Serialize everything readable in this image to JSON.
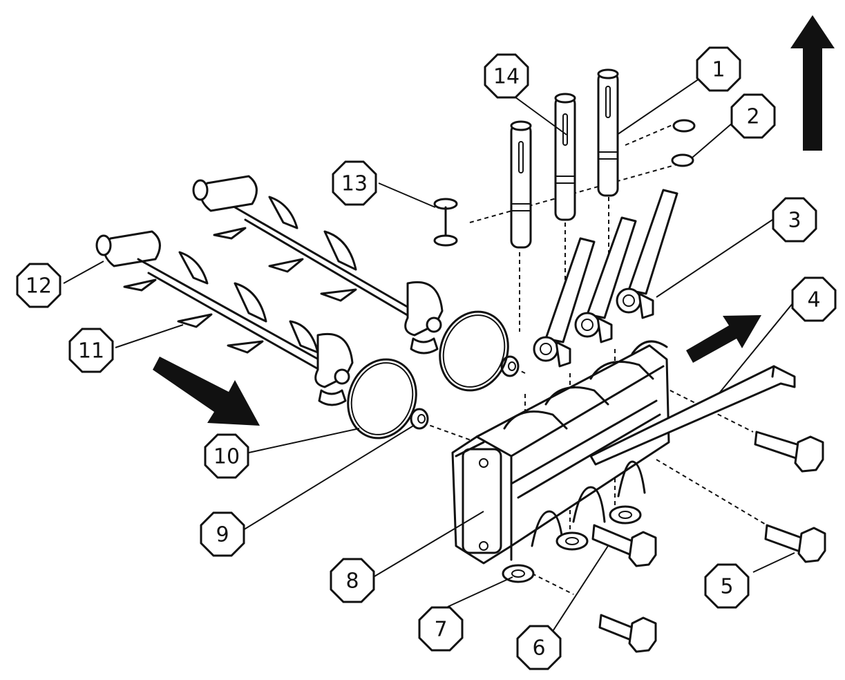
{
  "diagram": {
    "callouts": [
      "1",
      "2",
      "3",
      "4",
      "5",
      "6",
      "7",
      "8",
      "9",
      "10",
      "11",
      "12",
      "13",
      "14"
    ],
    "colors": {
      "ink": "#111111",
      "background": "#ffffff"
    }
  }
}
